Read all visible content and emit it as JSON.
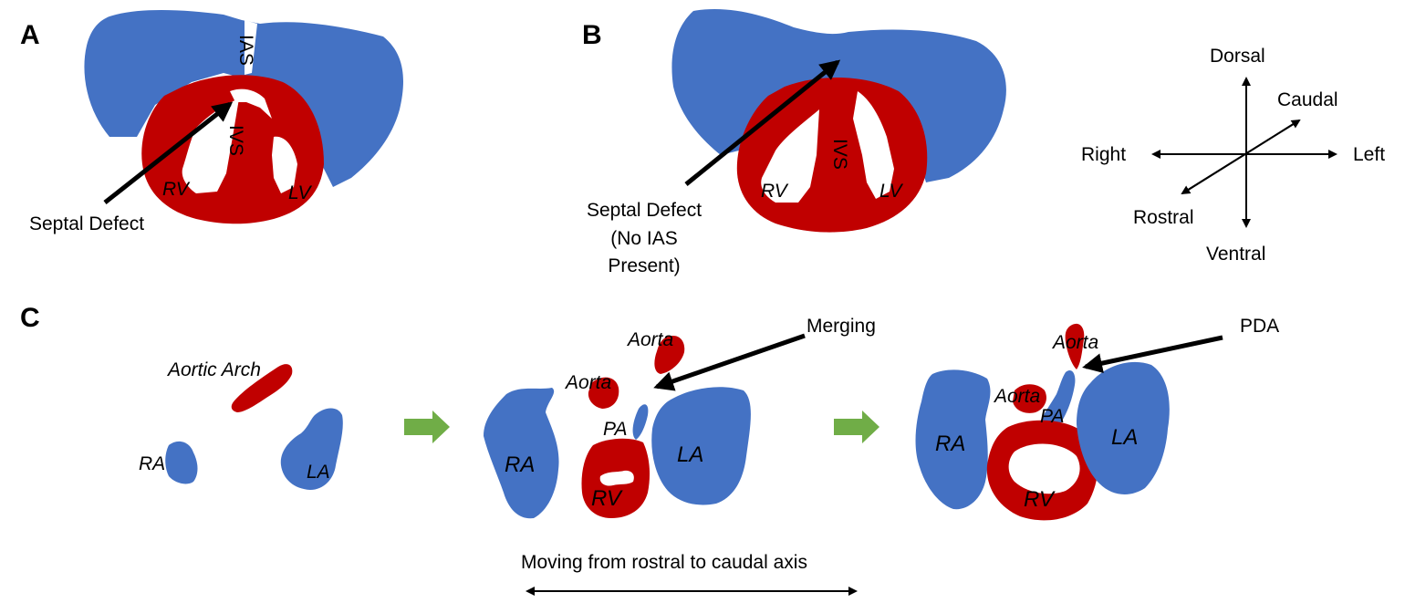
{
  "panels": {
    "a": {
      "letter": "A",
      "ias": "IAS",
      "ivs": "IVS",
      "rv": "RV",
      "lv": "LV",
      "arrow_label": "Septal Defect"
    },
    "b": {
      "letter": "B",
      "ivs": "IVS",
      "rv": "RV",
      "lv": "LV",
      "arrow_label_lines": [
        "Septal Defect",
        "(No IAS",
        "Present)"
      ]
    },
    "c": {
      "letter": "C",
      "slice1": {
        "aortic_arch": "Aortic Arch",
        "ra": "RA",
        "la": "LA"
      },
      "slice2": {
        "aorta_top": "Aorta",
        "aorta": "Aorta",
        "pa": "PA",
        "ra": "RA",
        "la": "LA",
        "rv": "RV",
        "arrow_label": "Merging"
      },
      "slice3": {
        "aorta_top": "Aorta",
        "aorta": "Aorta",
        "pa": "PA",
        "ra": "RA",
        "la": "LA",
        "rv": "RV",
        "arrow_label": "PDA"
      },
      "axis_caption": "Moving from rostral to caudal axis"
    }
  },
  "compass": {
    "dorsal": "Dorsal",
    "ventral": "Ventral",
    "right": "Right",
    "left": "Left",
    "caudal": "Caudal",
    "rostral": "Rostral"
  },
  "colors": {
    "atrium_blue": "#4472C4",
    "ventricle_red": "#C00000",
    "progress_arrow_green": "#70AD47"
  }
}
